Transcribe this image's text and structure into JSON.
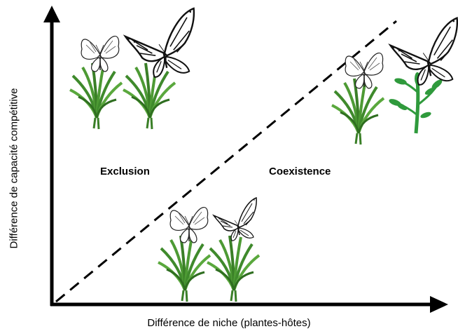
{
  "diagram": {
    "x_axis_label": "Différence de niche (plantes-hôtes)",
    "y_axis_label": "Différence de capacité compétitive",
    "regions": {
      "exclusion": "Exclusion",
      "coexistence": "Coexistence"
    },
    "icons": [
      "small-butterfly-icon",
      "large-butterfly-icon",
      "grass-plant-icon",
      "branching-plant-icon"
    ],
    "colors": {
      "axis": "#000000",
      "grass": "#3f8a2c",
      "branch_plant": "#2f9a3c",
      "butterfly_outline": "#1a1a1a"
    }
  }
}
